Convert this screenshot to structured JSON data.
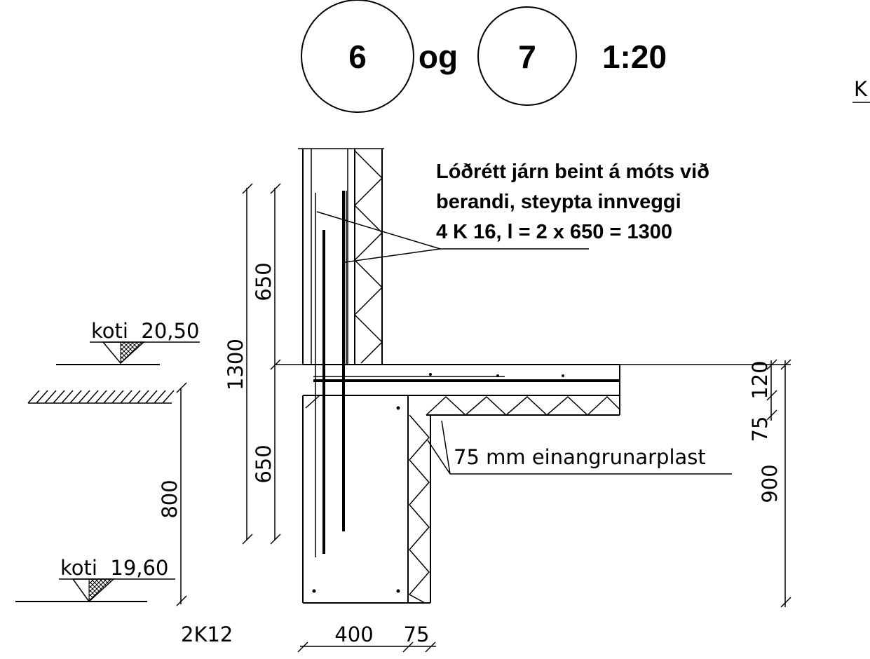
{
  "header": {
    "detail_a": "6",
    "conjunction": "og",
    "detail_b": "7",
    "scale": "1:20",
    "edge_text": "K"
  },
  "note": {
    "line1": "Lóðrétt járn beint á móts við",
    "line2": "berandi, steypta innveggi",
    "line3": "4 K 16, l = 2 x 650 = 1300"
  },
  "levels": {
    "upper": "koti  20,50",
    "lower": "koti  19,60"
  },
  "insulation_label": "75 mm einangrunarplast",
  "rebar_label": "2K12",
  "dimensions": {
    "upper_650": "650",
    "total_1300": "1300",
    "lower_650": "650",
    "depth_800": "800",
    "slab_120": "120",
    "ins_75": "75",
    "footing_900": "900",
    "wall_400": "400",
    "wall_75": "75"
  }
}
